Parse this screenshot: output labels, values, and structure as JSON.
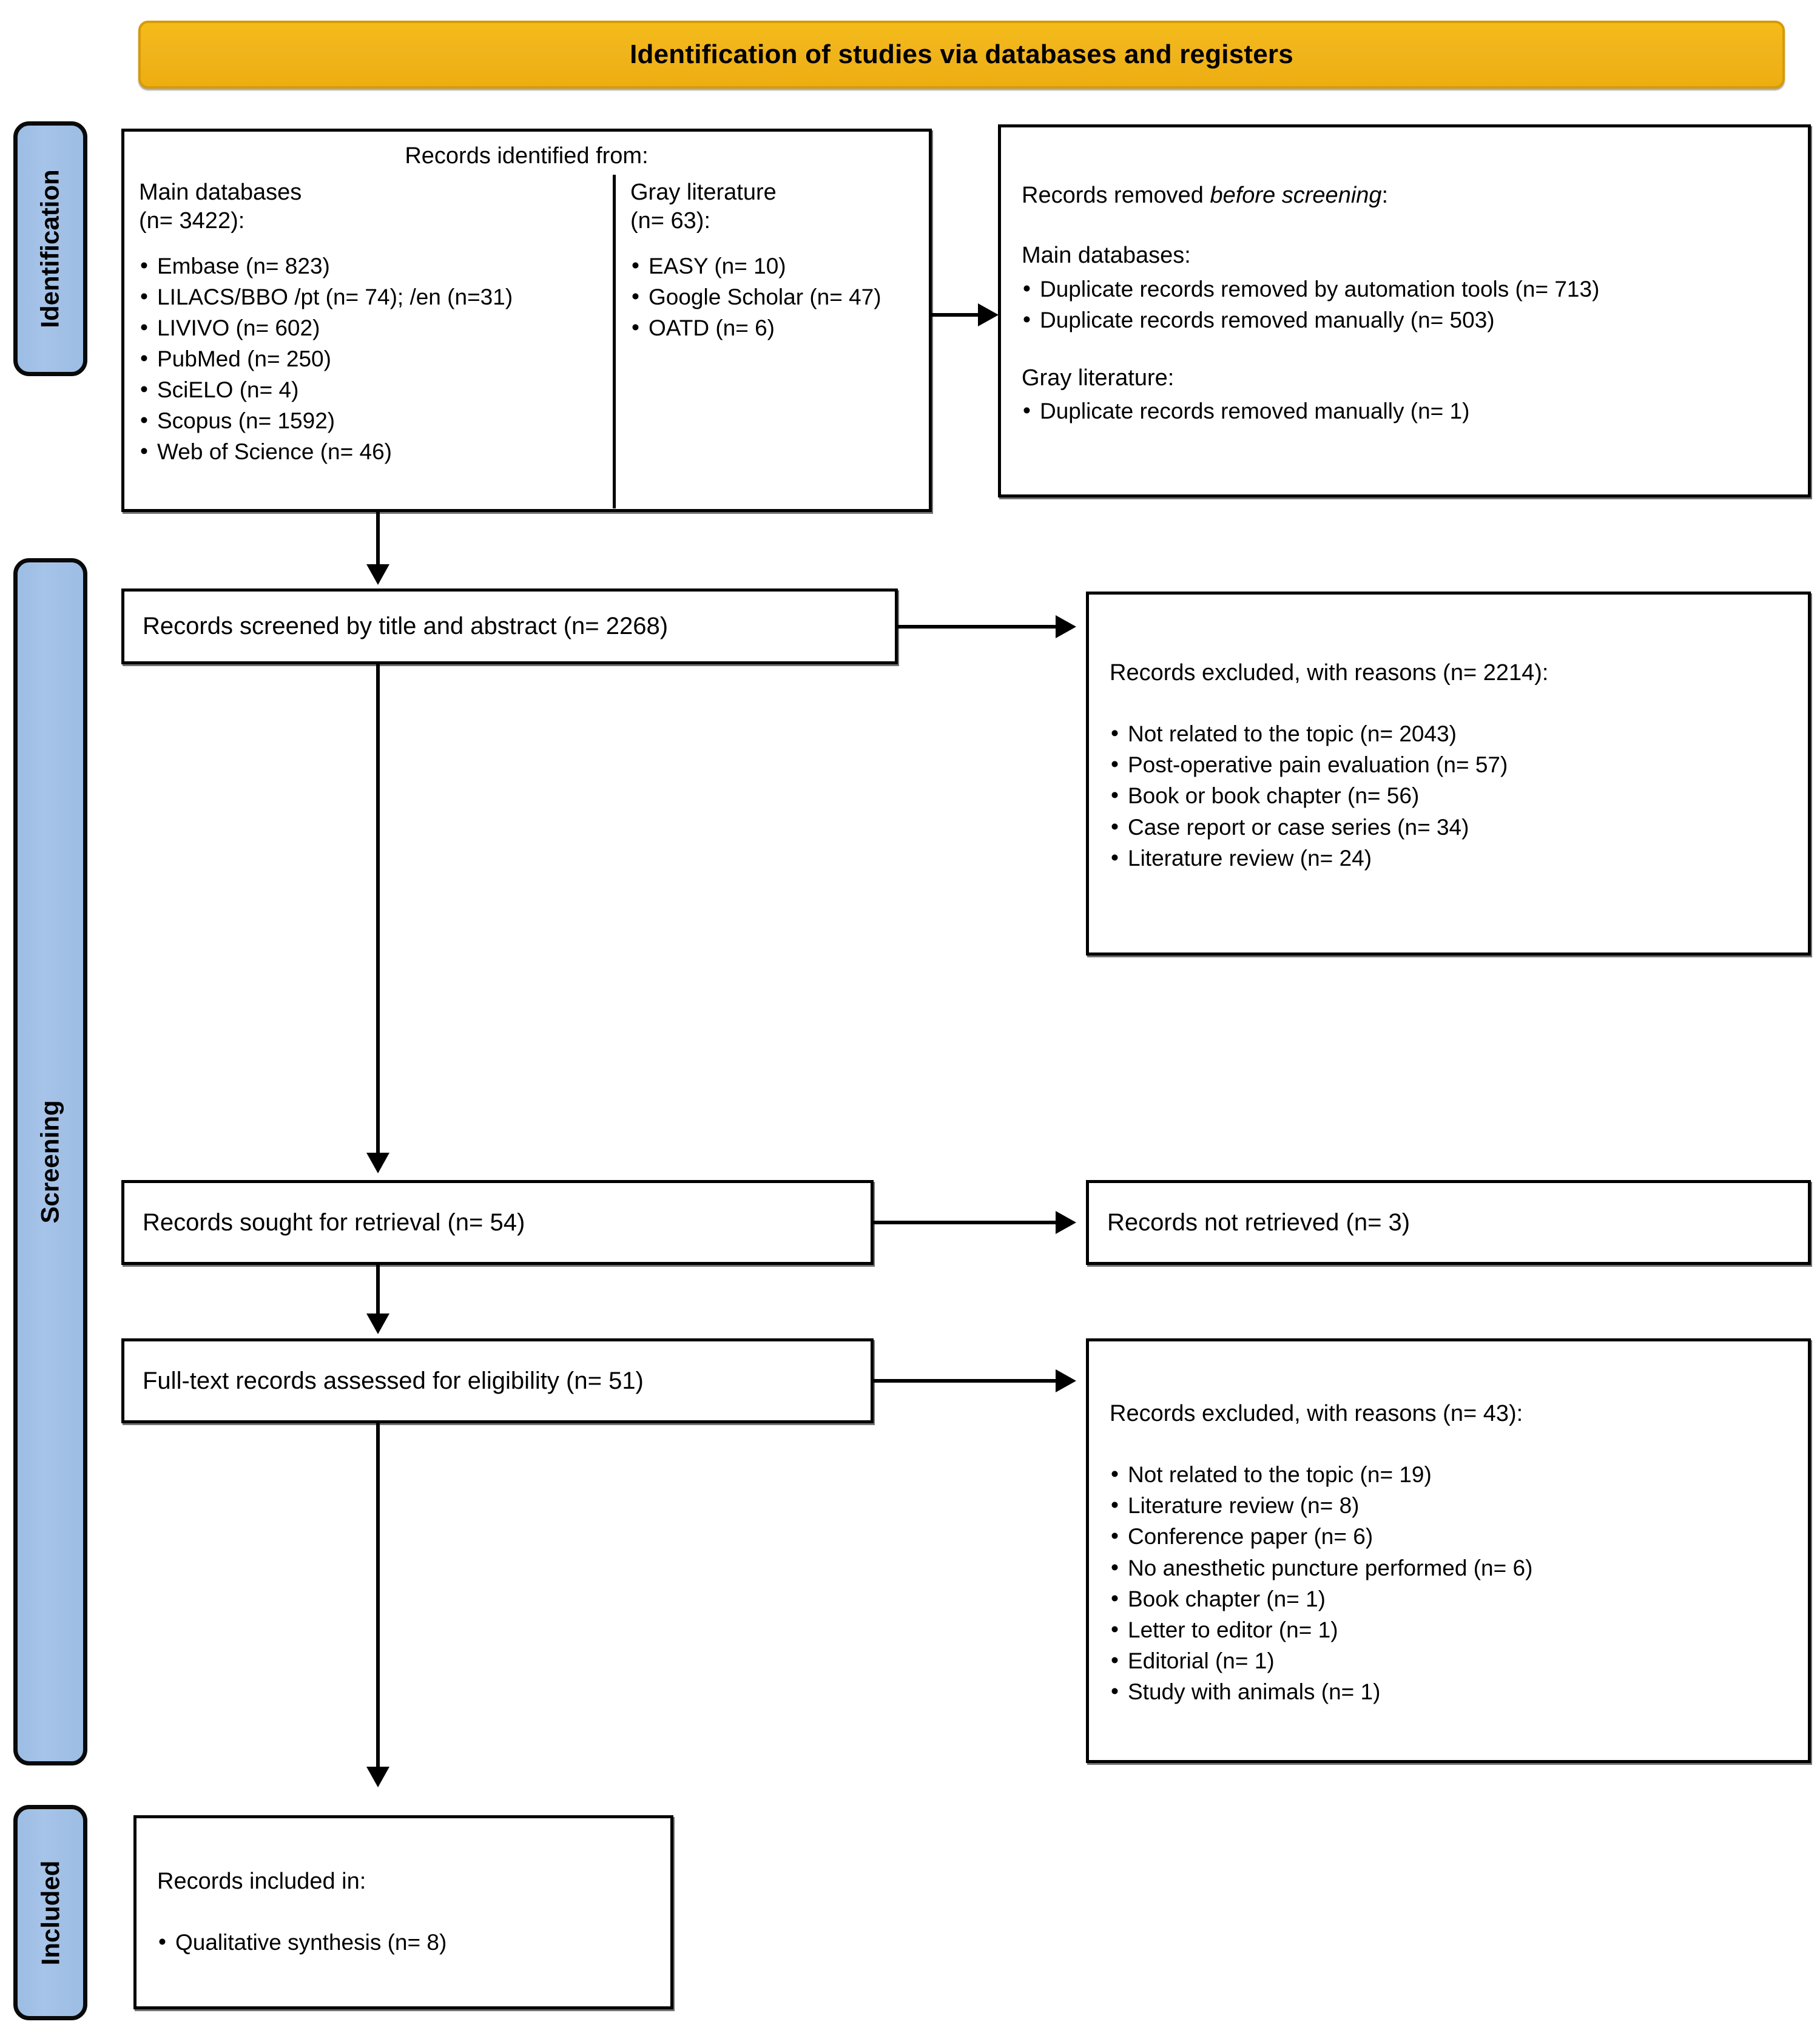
{
  "banner": {
    "title": "Identification of studies via databases and registers"
  },
  "stages": [
    {
      "id": "identification",
      "label": "Identification"
    },
    {
      "id": "screening",
      "label": "Screening"
    },
    {
      "id": "included",
      "label": "Included"
    }
  ],
  "identification": {
    "records_identified": {
      "title": "Records identified from:",
      "main": {
        "heading": "Main databases\n(n= 3422):",
        "items": [
          "Embase (n= 823)",
          "LILACS/BBO /pt (n= 74); /en (n=31)",
          "LIVIVO (n= 602)",
          "PubMed (n= 250)",
          "SciELO (n= 4)",
          "Scopus (n= 1592)",
          "Web of Science (n= 46)"
        ]
      },
      "gray": {
        "heading": "Gray literature\n(n= 63):",
        "items": [
          "EASY (n= 10)",
          "Google Scholar (n= 47)",
          "OATD (n= 6)"
        ]
      }
    },
    "records_removed": {
      "title_plain": "Records removed ",
      "title_italic": "before screening",
      "title_tail": ":",
      "main_heading": "Main databases:",
      "main_items": [
        "Duplicate records removed by automation tools (n= 713)",
        "Duplicate records removed manually (n= 503)"
      ],
      "gray_heading": "Gray literature:",
      "gray_items": [
        "Duplicate records removed manually (n= 1)"
      ]
    }
  },
  "screening": {
    "records_screened": "Records screened by title and abstract (n= 2268)",
    "records_excluded_1": {
      "title": "Records excluded, with reasons (n= 2214):",
      "items": [
        "Not related to the topic (n= 2043)",
        "Post-operative pain evaluation (n= 57)",
        "Book or book chapter (n= 56)",
        "Case report or case series (n= 34)",
        "Literature review (n= 24)"
      ]
    },
    "records_sought": "Records sought for retrieval (n= 54)",
    "records_not_retrieved": "Records not retrieved (n= 3)",
    "fulltext_assessed": "Full-text records assessed for eligibility (n= 51)",
    "records_excluded_2": {
      "title": "Records excluded, with reasons (n= 43):",
      "items": [
        "Not related to the topic (n= 19)",
        "Literature review (n= 8)",
        "Conference paper (n= 6)",
        "No anesthetic puncture performed (n= 6)",
        "Book chapter (n= 1)",
        "Letter to editor (n= 1)",
        "Editorial (n= 1)",
        "Study with animals (n= 1)"
      ]
    }
  },
  "included": {
    "title": "Records included in:",
    "items": [
      "Qualitative synthesis (n= 8)"
    ]
  },
  "colors": {
    "banner_fill": "#f0b41c",
    "stage_fill": "#a6c3e8",
    "box_border": "#000000",
    "box_fill": "#ffffff"
  }
}
